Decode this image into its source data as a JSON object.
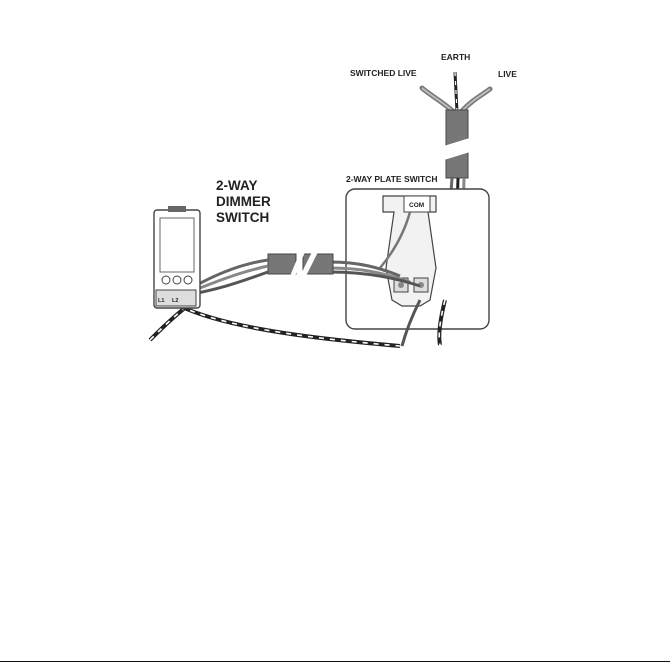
{
  "labels": {
    "earth": "EARTH",
    "switched_live": "SWITCHED LIVE",
    "live": "LIVE",
    "plate_switch": "2-WAY PLATE SWITCH",
    "dimmer_line1": "2-WAY",
    "dimmer_line2": "DIMMER",
    "dimmer_line3": "SWITCH",
    "terminal_com": "COM",
    "terminal_l1": "L1",
    "terminal_l2": "L2"
  },
  "colors": {
    "outline": "#444444",
    "sheath": "#777777",
    "wire_light": "#999999",
    "earth_stripe": "#222222",
    "text": "#222222"
  }
}
